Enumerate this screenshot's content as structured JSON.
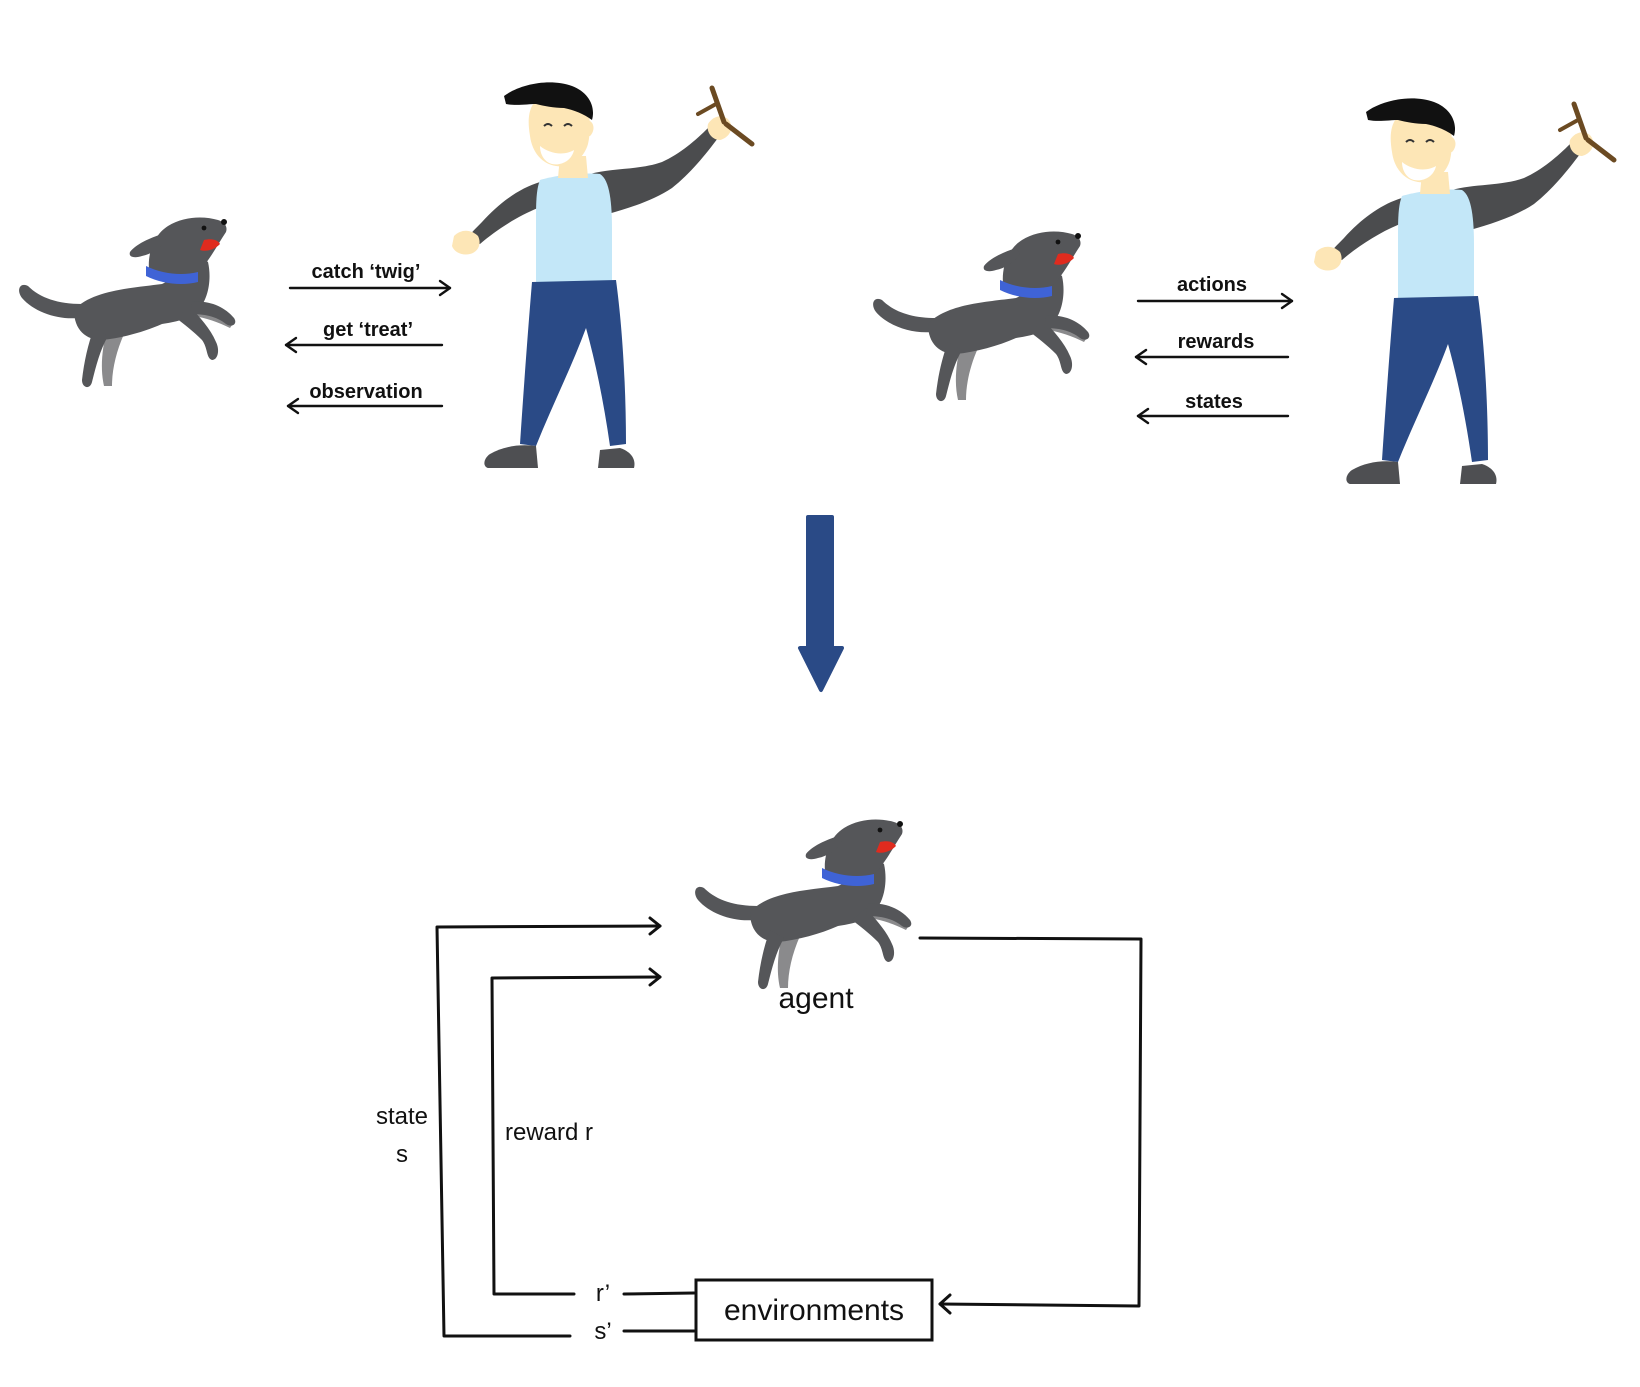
{
  "scene_left": {
    "arrows": [
      {
        "label": "catch ‘twig’",
        "direction": "right"
      },
      {
        "label": "get ‘treat’",
        "direction": "left"
      },
      {
        "label": "observation",
        "direction": "left"
      }
    ]
  },
  "scene_right": {
    "arrows": [
      {
        "label": "actions",
        "direction": "right"
      },
      {
        "label": "rewards",
        "direction": "left"
      },
      {
        "label": "states",
        "direction": "left"
      }
    ]
  },
  "transition_arrow": {
    "color": "#2a4a86",
    "direction": "down"
  },
  "loop_diagram": {
    "agent_label": "agent",
    "environment_label": "environments",
    "state_label_line1": "state",
    "state_label_line2": "s",
    "reward_label": "reward  r",
    "r_prime": "r’",
    "s_prime": "s’"
  },
  "colors": {
    "dog_body": "#555659",
    "dog_shadow": "#8a8a8c",
    "dog_collar": "#3f63d6",
    "dog_tongue": "#e02b1e",
    "man_shirt": "#c3e7f8",
    "man_sleeve": "#4b4c4e",
    "man_pants": "#2a4a86",
    "man_skin": "#fde6b6",
    "man_hair": "#111111",
    "man_shoes": "#4e4f52",
    "twig": "#6b4a22",
    "big_arrow": "#2a4a86",
    "line": "#111111"
  }
}
